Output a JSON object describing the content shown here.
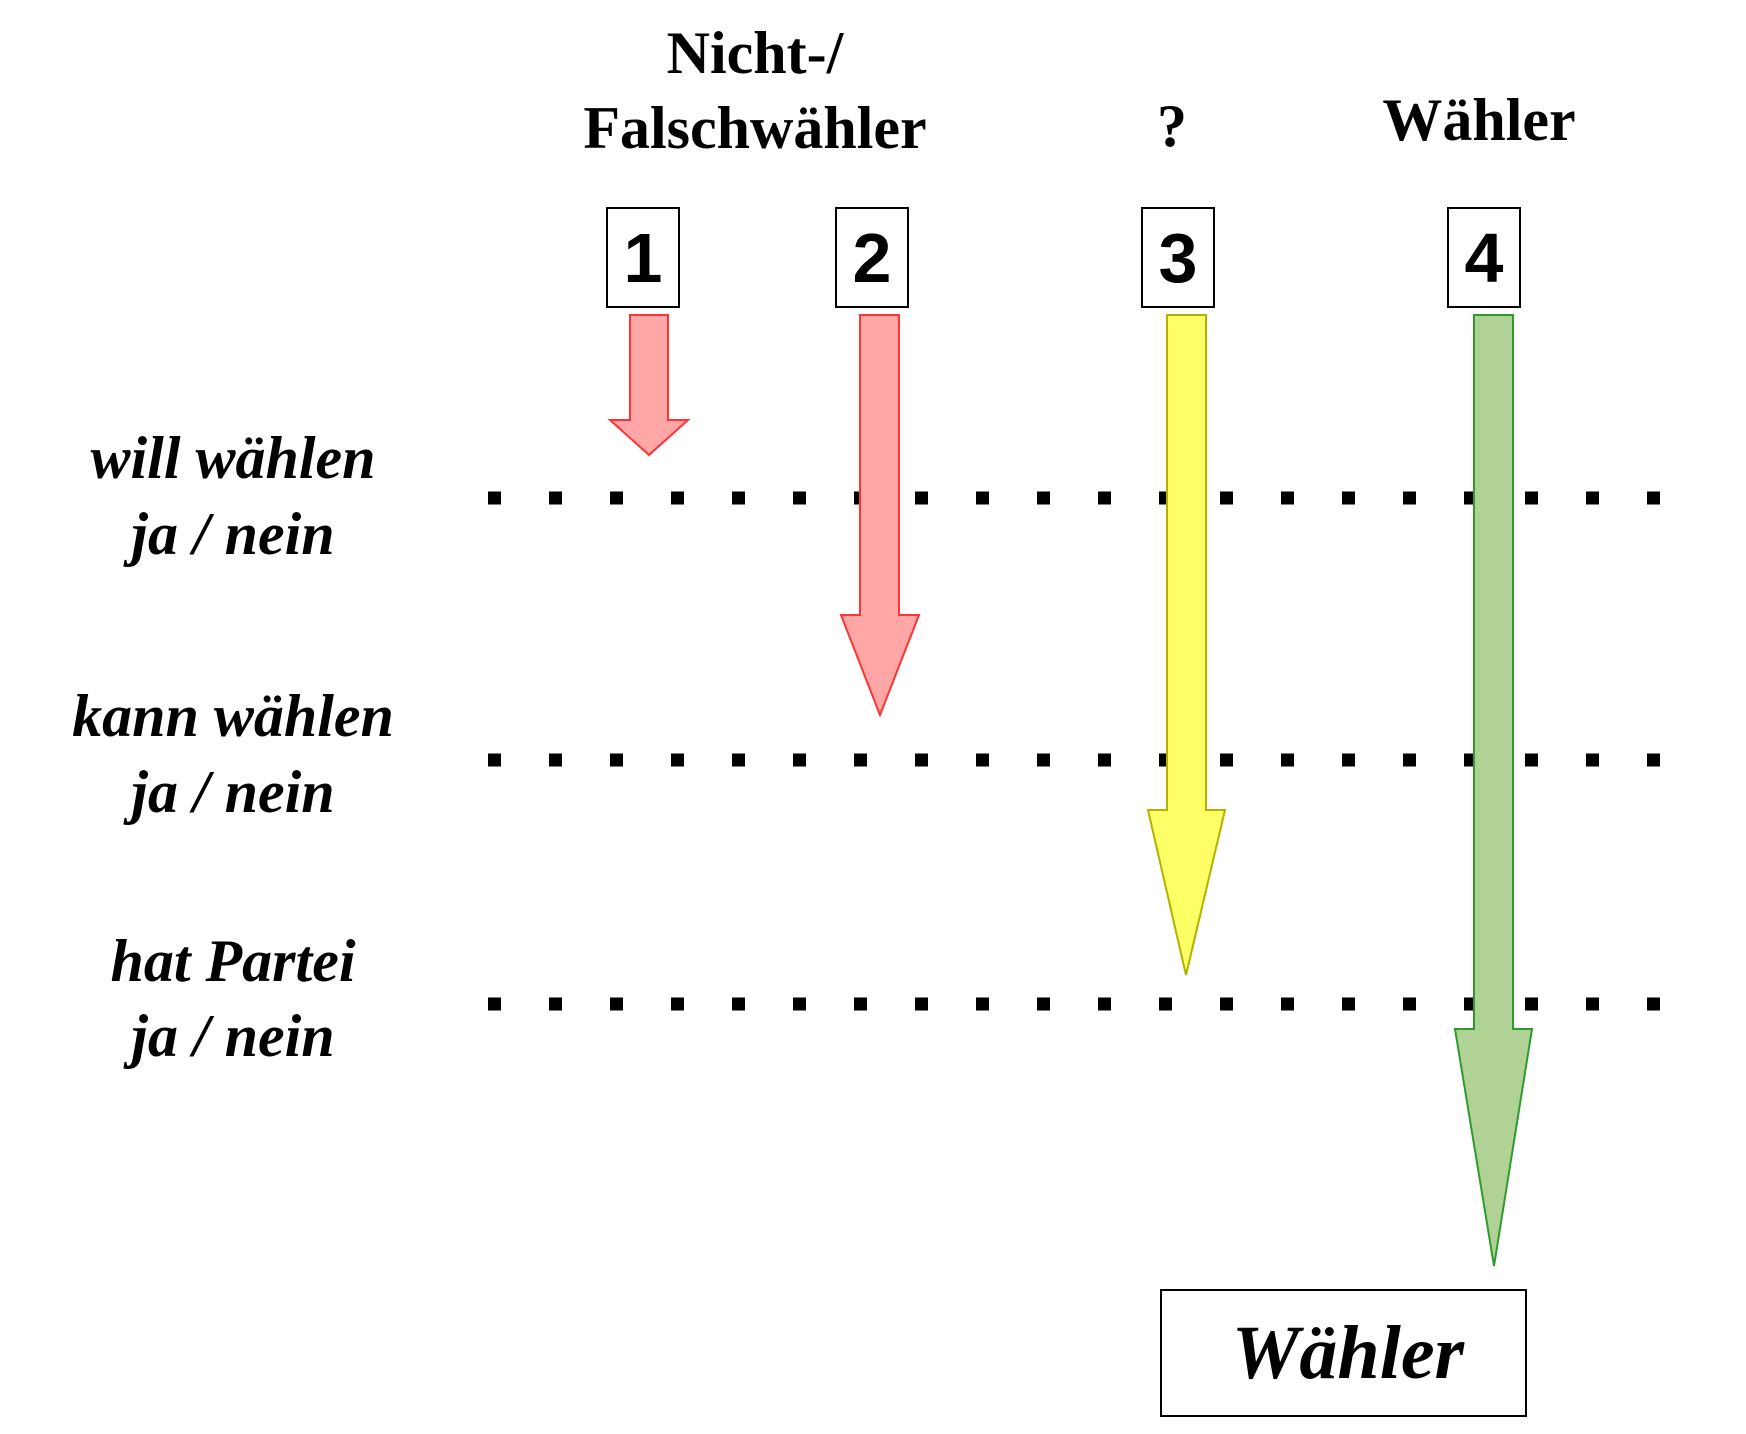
{
  "headers": {
    "nonvoters_line1": "Nicht-/",
    "nonvoters_line2": "Falschwähler",
    "unknown": "?",
    "voters": "Wähler"
  },
  "paths": [
    {
      "number": "1",
      "color": "#ffa6a6",
      "stroke": "#ff3333"
    },
    {
      "number": "2",
      "color": "#ffa6a6",
      "stroke": "#ff3333"
    },
    {
      "number": "3",
      "color": "#ffff66",
      "stroke": "#b2b200"
    },
    {
      "number": "4",
      "color": "#b0d294",
      "stroke": "#2e9b2e"
    }
  ],
  "criteria": [
    {
      "line1": "will wählen",
      "line2": "ja / nein"
    },
    {
      "line1": "kann wählen",
      "line2": "ja / nein"
    },
    {
      "line1": "hat Partei",
      "line2": "ja / nein"
    }
  ],
  "result_label": "Wähler"
}
